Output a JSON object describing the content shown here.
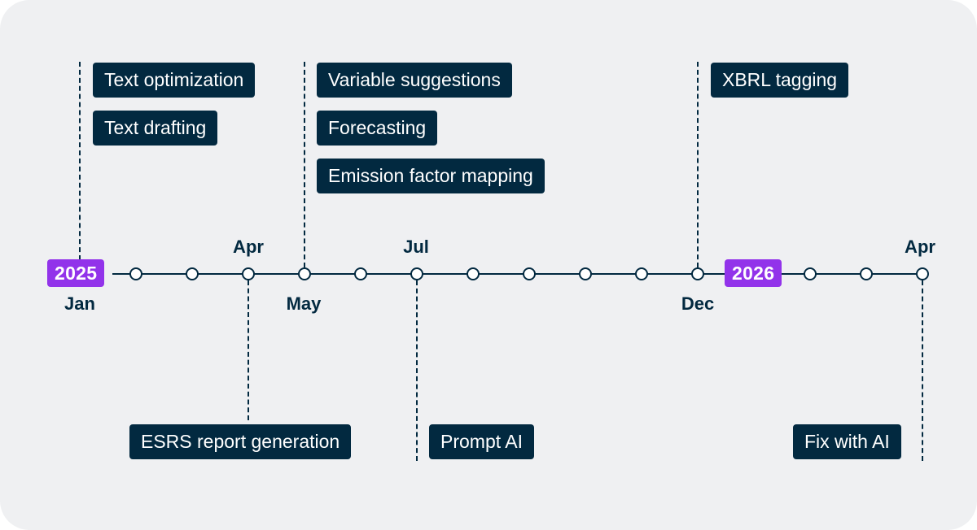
{
  "colors": {
    "background": "#eff0f2",
    "navy": "#022940",
    "purple": "#9233ea",
    "node_fill": "#ffffff"
  },
  "timeline": {
    "years": [
      {
        "label": "2025"
      },
      {
        "label": "2026"
      }
    ],
    "month_labels": {
      "jan": "Jan",
      "apr_2025": "Apr",
      "may": "May",
      "jul": "Jul",
      "dec": "Dec",
      "apr_2026": "Apr"
    },
    "features": {
      "text_optimization": "Text optimization",
      "text_drafting": "Text drafting",
      "variable_suggestions": "Variable suggestions",
      "forecasting": "Forecasting",
      "emission_factor_mapping": "Emission factor mapping",
      "xbrl_tagging": "XBRL tagging",
      "esrs_report_generation": "ESRS report generation",
      "prompt_ai": "Prompt AI",
      "fix_with_ai": "Fix with AI"
    }
  }
}
